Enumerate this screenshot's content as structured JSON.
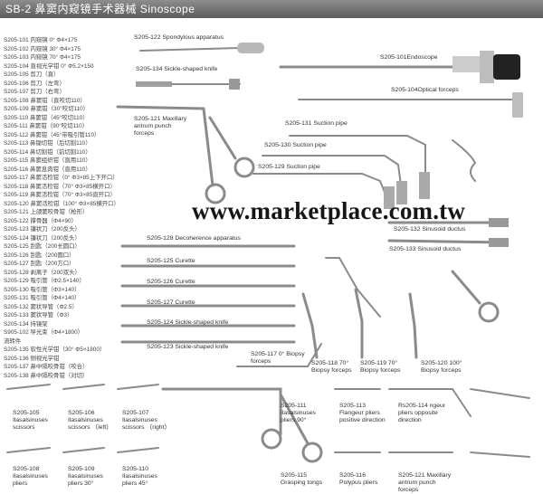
{
  "header": {
    "title": "SB-2 鼻窦内窥镜手术器械 Sinoscope"
  },
  "catalog": [
    "S205-101 内窥镜  0° Φ4×175",
    "S205-102 内窥镜  30° Φ4×175",
    "S205-103 内窥镜  70° Φ4×175",
    "S205-104 直视光学钳  0° Φ5.2×150",
    "S205-105 剪刀（直）",
    "S205-106 剪刀（左弯）",
    "S205-107 剪刀（右弯）",
    "S205-108 鼻窦钳（直咬切110）",
    "S205-109 鼻窦钳（30°咬切110）",
    "S205-110 鼻窦钳（45°咬切110）",
    "S205-111 鼻窦钳（90°咬切110）",
    "S205-112 鼻窦钳（45°带吸引管110）",
    "S205-113 鼻锄切钳（后切割110）",
    "S205-114 鼻切割钳（前切割110）",
    "S205-115 鼻窦组织钳（直用110）",
    "S205-116 鼻窦息肉钳（直用110）",
    "S205-117 鼻窦活检钳（0° Φ3×85上下开口）",
    "S205-118 鼻窦活检钳（70° Φ3×85横开口）",
    "S205-119 鼻窦活检钳（70° Φ3×85直开口）",
    "S205-120 鼻窦活检钳（100° Φ3×85横开口）",
    "S205-121 上颌窦咬骨钳（枪形）",
    "S205-122 撑骨器（Φ4×90）",
    "S205-123 镰状刀（200反头）",
    "S205-124 镰状刀（200反头）",
    "S205-125 刮匙（200长圆口）",
    "S205-126 刮匙（200圆口）",
    "S205-127 刮匙（200方口）",
    "S205-128 剥离子（200双头）",
    "S205-129 吸引管（Φ2.5×140）",
    "S205-130 吸引管（Φ3×140）",
    "S205-131 吸引管（Φ4×140）",
    "S205-132 窦状导管（Φ2.5）",
    "S205-133 窦状导管（Φ3）",
    "S205-134 持镜架",
    "S905-102 导光束（Φ4×1800）",
    "流转件",
    "S205-135 软性光学钳（30° Φ5×1800）",
    "S205-136 侧视光学钳",
    "S205-137 鼻中隔咬骨钳（咬合）",
    "S205-138 鼻中隔咬骨钳（对切）"
  ],
  "labels": {
    "spondylous": "S205-122 Spondylous apparatus",
    "sickle_knife_top": "S205-134 Sickle-shaped knife",
    "endoscope": "S205-101Endoscope",
    "optical_forceps": "S205-104Optical forceps",
    "maxillary": "S205-121 Maxillary antrum punch forceps",
    "suction_131": "S205-131 Suction pipe",
    "suction_130": "S205-130 Suction pipe",
    "suction_129": "S205-129 Suction pipe",
    "sinusoid_132": "S205-132 Sinusoid ductus",
    "sinusoid_133": "S205-133 Sinusoid ductus",
    "decoherence": "S205-128 Decoherence apparatus",
    "curette_125": "S205-125 Curette",
    "curette_126": "S205-126 Curette",
    "curette_127": "S205-127 Curette",
    "sickle_124": "S205-124 Sickle-shaped knife",
    "sickle_123": "S205-123 Sickle-shaped knife",
    "biopsy_117": "S205-117 0° Biopsy forceps",
    "biopsy_118": "S205-118 70° Biopsy forceps",
    "biopsy_119": "S205-119 70° Biopsy forceps",
    "biopsy_120": "S205-120 100° Biopsy forceps",
    "b105": "S205-105 Ilasalsinuses scissors",
    "b106": "S205-106 Ilasalsinuses scissors （left）",
    "b107": "S205-107 Ilasalsinuses scissors （right）",
    "b111": "S205-111 Ilasalsinuses pliers 90°",
    "b113": "S205-113 Flangeur pliers positive direction",
    "b114": "Rs205-114 ngeur pliers opposite direction",
    "b108": "S205-108 Ilasalsinuses pliers",
    "b109": "S205-109 Ilasalsinuses pliers 30°",
    "b110": "S205-110 Ilasalsinuses pliers 45°",
    "b115": "S205-115 Grasping tongs",
    "b116": "S205-116 Polypus pliers",
    "b121": "S205-121 Maxillary antrum punch forceps"
  },
  "watermark": "www.marketplace.com.tw"
}
